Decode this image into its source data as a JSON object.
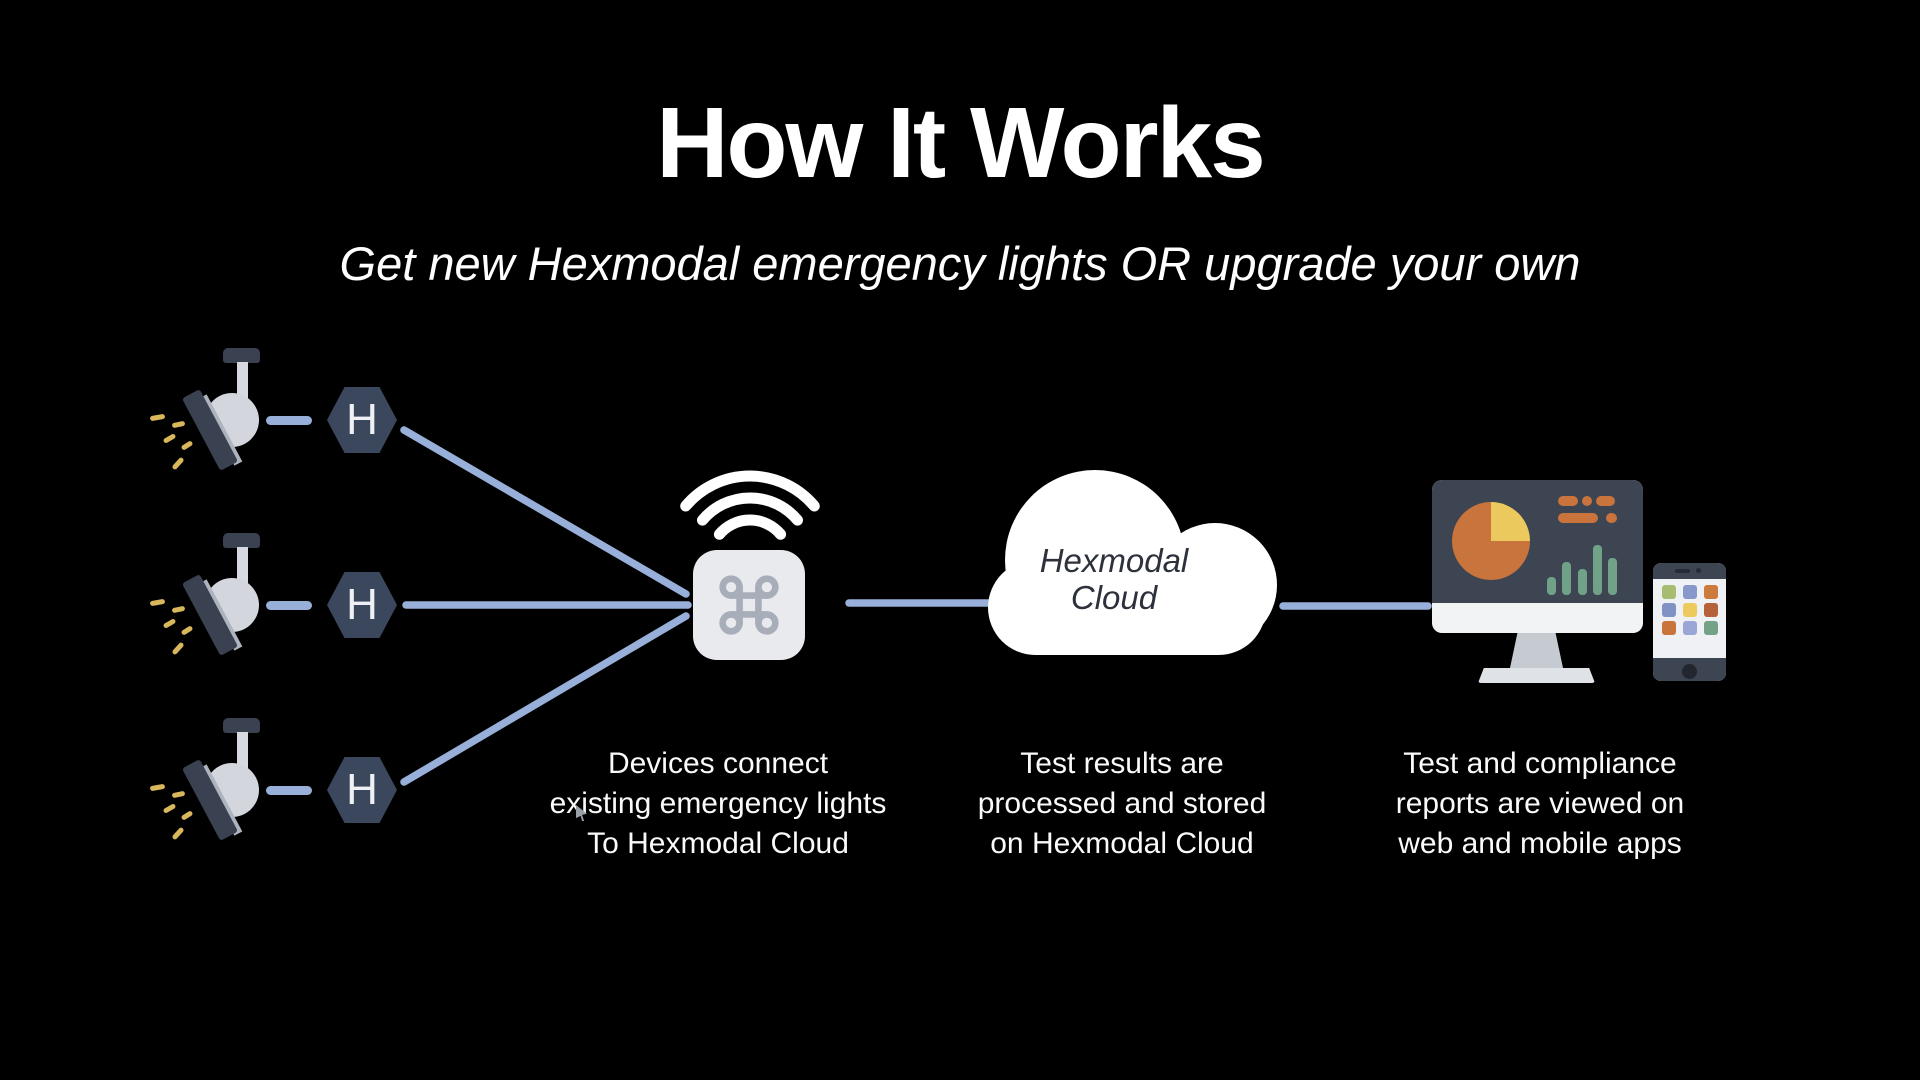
{
  "header": {
    "title": "How It Works",
    "subtitle": "Get new Hexmodal emergency lights OR upgrade your own"
  },
  "lights": {
    "badge_letter": "H"
  },
  "cloud": {
    "line1": "Hexmodal",
    "line2": "Cloud"
  },
  "captions": {
    "devices": {
      "line1": "Devices connect",
      "line2": "existing emergency lights",
      "line3": "To Hexmodal Cloud"
    },
    "processing": {
      "line1": "Test results are",
      "line2": "processed and stored",
      "line3": "on Hexmodal Cloud"
    },
    "reports": {
      "line1": "Test and compliance",
      "line2": "reports are viewed on",
      "line3": "web and mobile apps"
    }
  },
  "monitor": {
    "bar_heights": [
      18,
      33,
      26,
      50,
      37
    ]
  },
  "phone": {
    "app_colors": [
      [
        "#A9BD72",
        "#8798CB",
        "#CD7A3D"
      ],
      [
        "#8192C4",
        "#EDCA5C",
        "#B4613C"
      ],
      [
        "#C8743C",
        "#9AA6D5",
        "#74A287"
      ]
    ]
  },
  "colors": {
    "background": "#000000",
    "connector": "#97AFD9",
    "hexagon": "#3B475C",
    "device_dark": "#3D4452",
    "accent_orange": "#C8743C",
    "accent_yellow": "#ECC95C",
    "accent_green": "#6FA287",
    "ray_yellow": "#D9B75B",
    "cloud_text": "#2C313B"
  }
}
